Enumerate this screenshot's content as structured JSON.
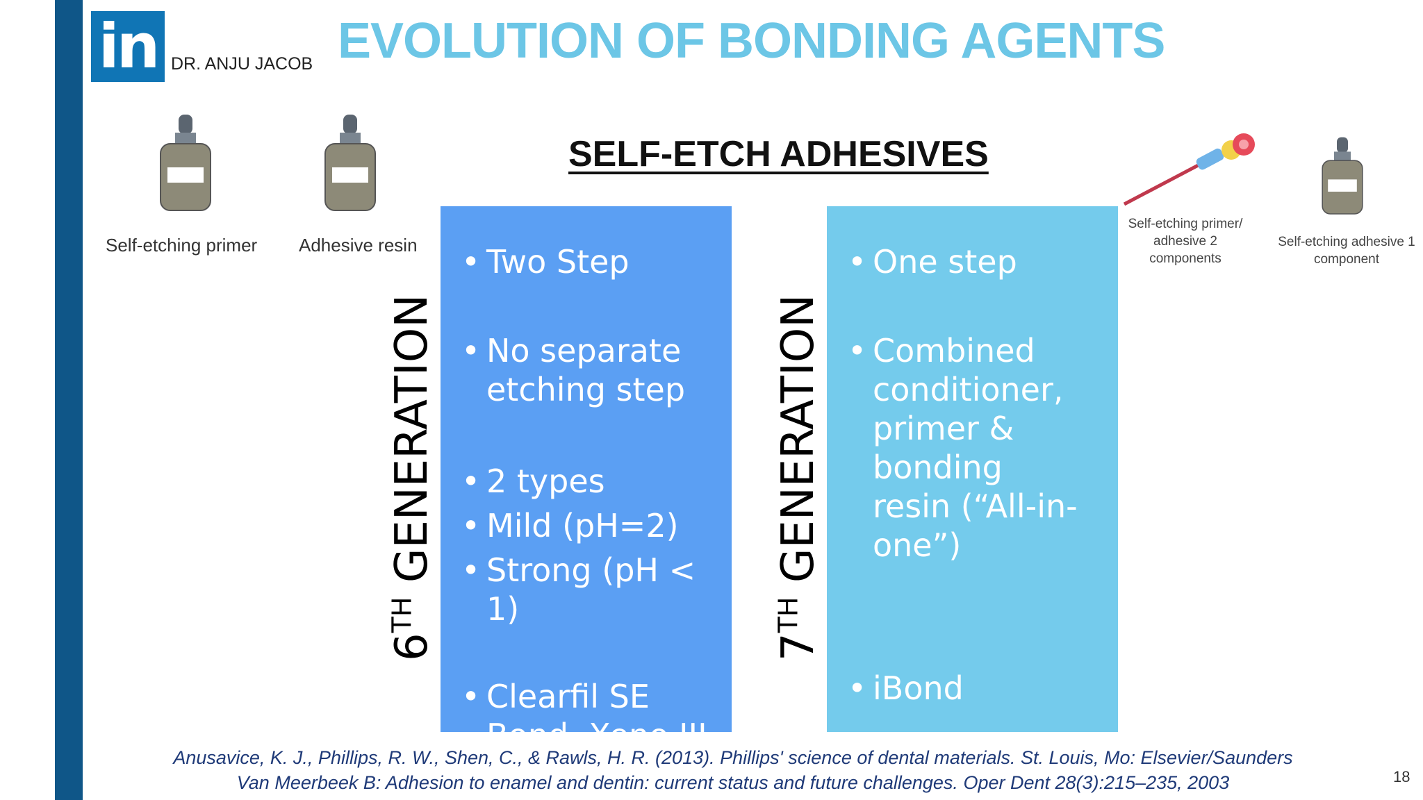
{
  "author": "DR. ANJU JACOB",
  "logo_text": "in",
  "title": "EVOLUTION OF BONDING AGENTS",
  "subtitle": "SELF-ETCH ADHESIVES",
  "illustrations": {
    "left_labels": [
      "Self-etching primer",
      "Adhesive resin"
    ],
    "right_labels": [
      "Self-etching primer/ adhesive 2 components",
      "Self-etching adhesive 1 component"
    ]
  },
  "sixth": {
    "gen_number": "6",
    "gen_sup": "TH",
    "gen_word": " GENERATION",
    "bullets": [
      "Two Step",
      "No separate etching step",
      "2 types",
      "Mild (pH=2)",
      "Strong (pH < 1)",
      "Clearfil SE Bond, Xeno III"
    ]
  },
  "seventh": {
    "gen_number": "7",
    "gen_sup": "TH",
    "gen_word": " GENERATION",
    "bullets": [
      "One step",
      "Combined conditioner, primer & bonding resin (“All-in-one”)",
      "iBond"
    ]
  },
  "references": [
    "Anusavice, K. J., Phillips, R. W., Shen, C., & Rawls, H. R. (2013). Phillips' science of dental materials. St. Louis, Mo: Elsevier/Saunders",
    "Van Meerbeek B: Adhesion to enamel and dentin: current status and future challenges. Oper Dent 28(3):215–235, 2003"
  ],
  "page_number": "18",
  "colors": {
    "accent_bar": "#0f5688",
    "title": "#6cc6e6",
    "box_6th": "#5b9ff3",
    "box_7th": "#74cbec",
    "reference_text": "#1f3a78"
  }
}
